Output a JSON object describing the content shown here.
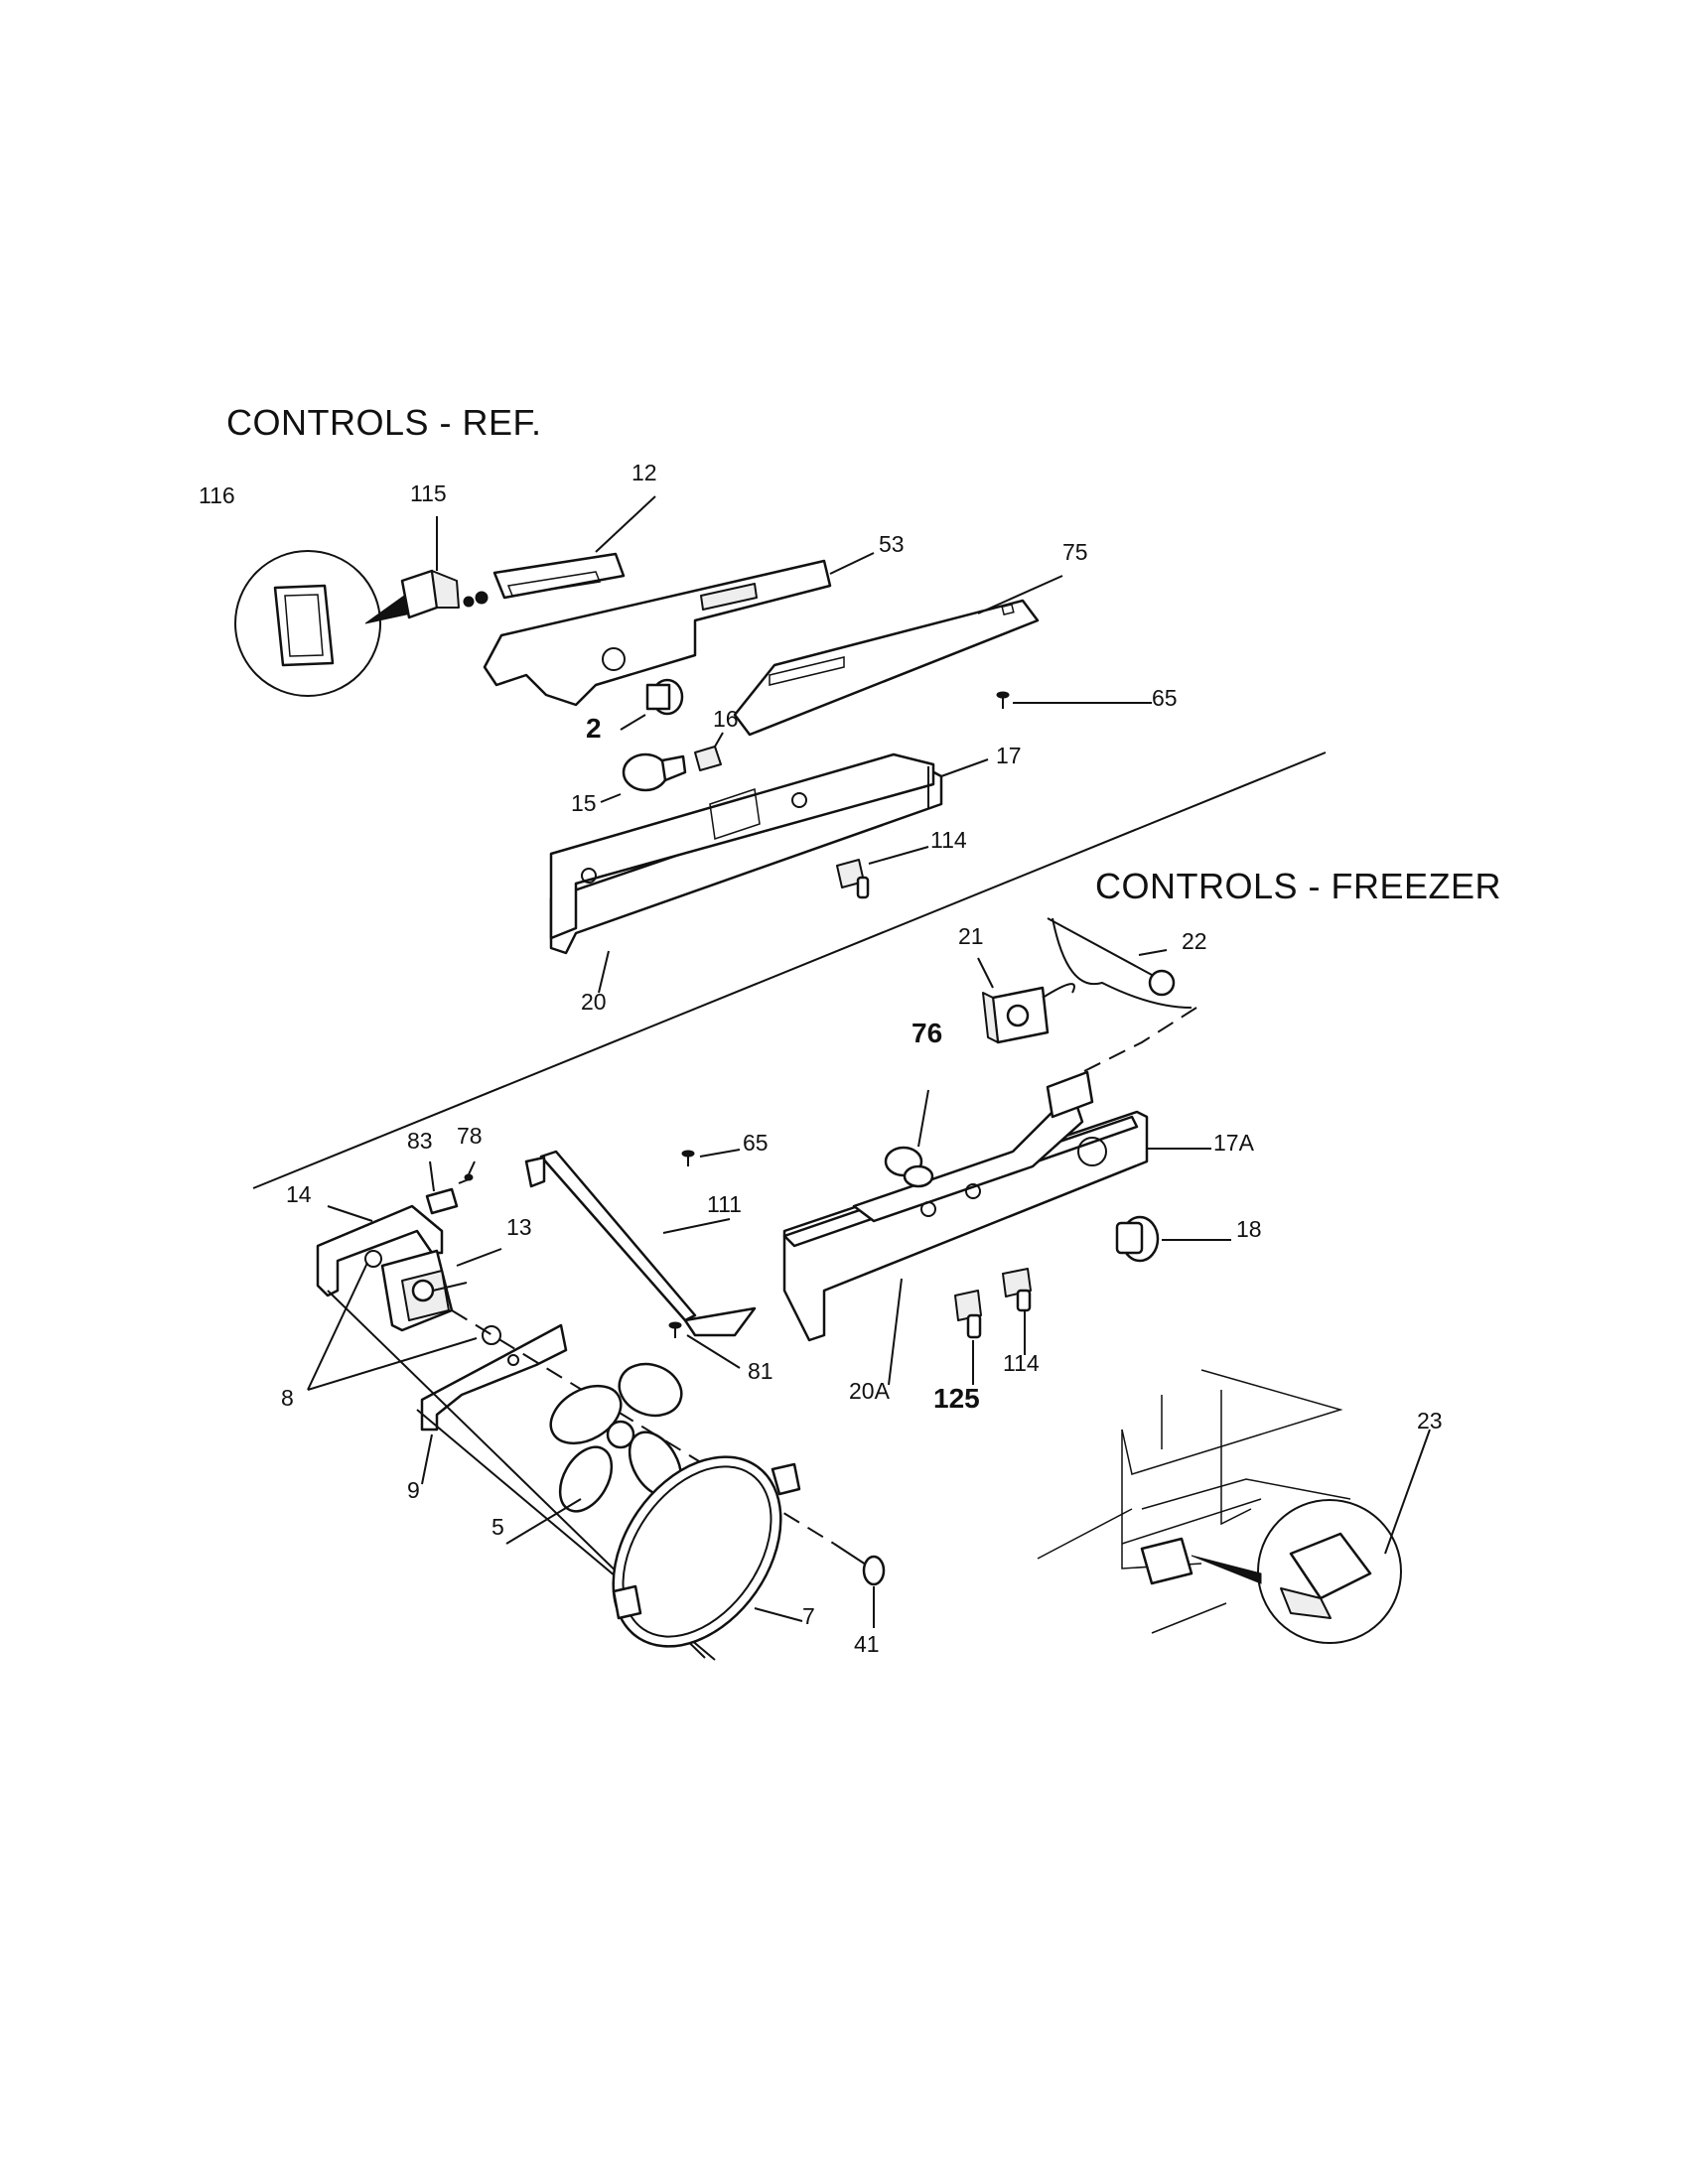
{
  "sections": {
    "ref_title": "CONTROLS - REF.",
    "freezer_title": "CONTROLS - FREEZER"
  },
  "callouts": {
    "c116": "116",
    "c115": "115",
    "c12": "12",
    "c53": "53",
    "c75": "75",
    "c65a": "65",
    "c2": "2",
    "c16": "16",
    "c15": "15",
    "c17": "17",
    "c114a": "114",
    "c20": "20",
    "c21": "21",
    "c22": "22",
    "c76": "76",
    "c65b": "65",
    "c83": "83",
    "c78": "78",
    "c14": "14",
    "c13": "13",
    "c111": "111",
    "c17a": "17A",
    "c18": "18",
    "c8": "8",
    "c81": "81",
    "c20a": "20A",
    "c125": "125",
    "c114b": "114",
    "c9": "9",
    "c5": "5",
    "c7": "7",
    "c41": "41",
    "c23": "23"
  }
}
